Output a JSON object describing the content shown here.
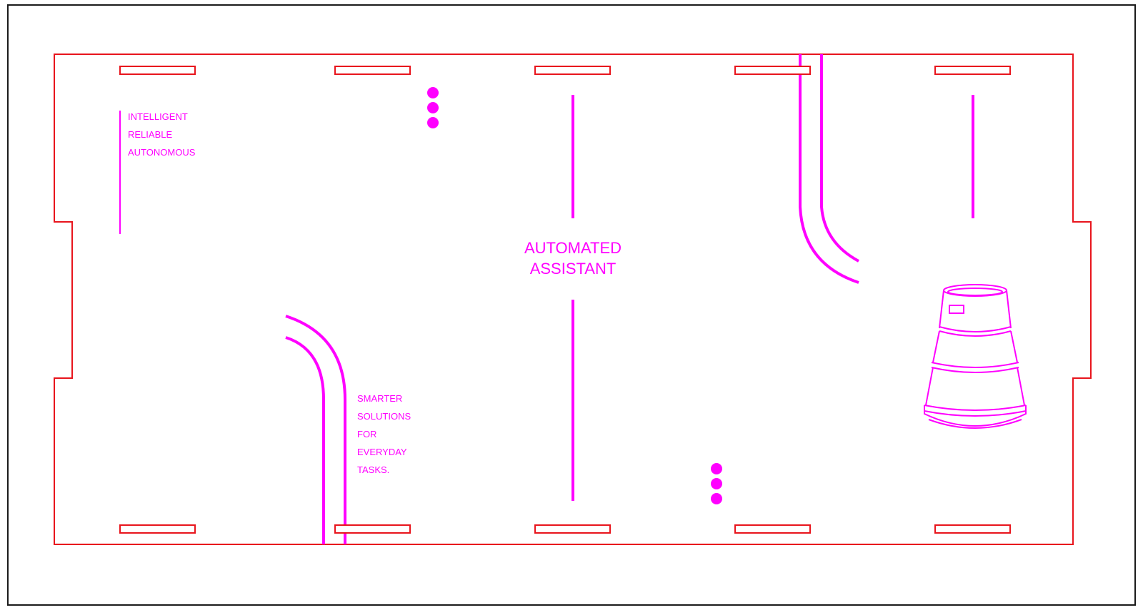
{
  "colors": {
    "outline": "#e8141c",
    "accent": "#ff00ff",
    "frame": "#1a1a1a"
  },
  "labels": {
    "tagline_lines": [
      "INTELLIGENT",
      "RELIABLE",
      "AUTONOMOUS"
    ],
    "title_lines": [
      "AUTOMATED",
      "ASSISTANT"
    ],
    "slogan_lines": [
      "SMARTER",
      "SOLUTIONS",
      "FOR",
      "EVERYDAY",
      "TASKS."
    ]
  },
  "icons": {
    "robot": "cone-robot-icon",
    "dots": "dot-cluster-icon"
  }
}
